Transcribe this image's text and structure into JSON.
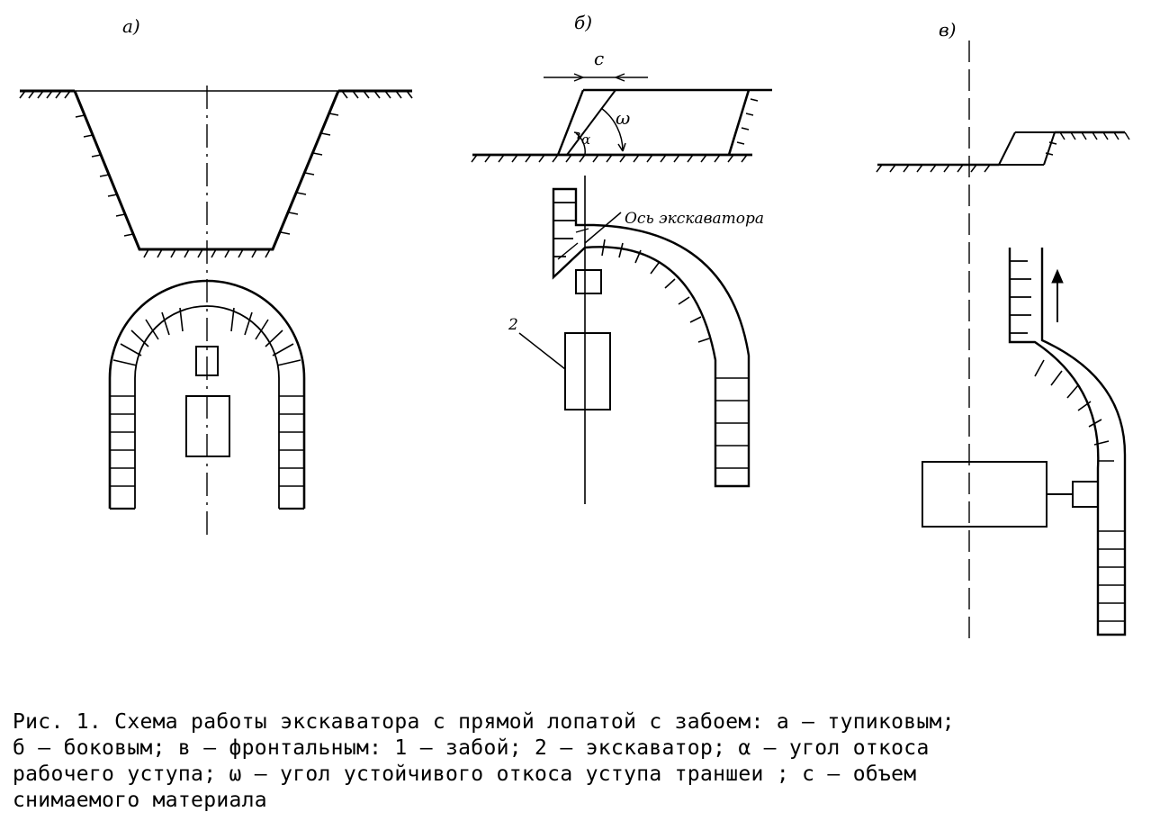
{
  "figure": {
    "panels": [
      {
        "id": "a",
        "label": "а)"
      },
      {
        "id": "b",
        "label": "б)"
      },
      {
        "id": "v",
        "label": "в)"
      }
    ],
    "annotations": {
      "c_width": "c",
      "alpha": "α",
      "omega": "ω",
      "excavator_axis": "Ось экскаватора",
      "item_2": "2"
    }
  },
  "caption": {
    "lines": [
      "Рис. 1. Схема работы экскаватора с прямой лопатой с забоем: а – тупиковым;",
      "б – боковым;  в – фронтальным:  1 – забой; 2 – экскаватор; α – угол откоса",
      "рабочего уступа; ω – угол устойчивого откоса уступа траншеи ; с – объем",
      "снимаемого материала"
    ]
  }
}
